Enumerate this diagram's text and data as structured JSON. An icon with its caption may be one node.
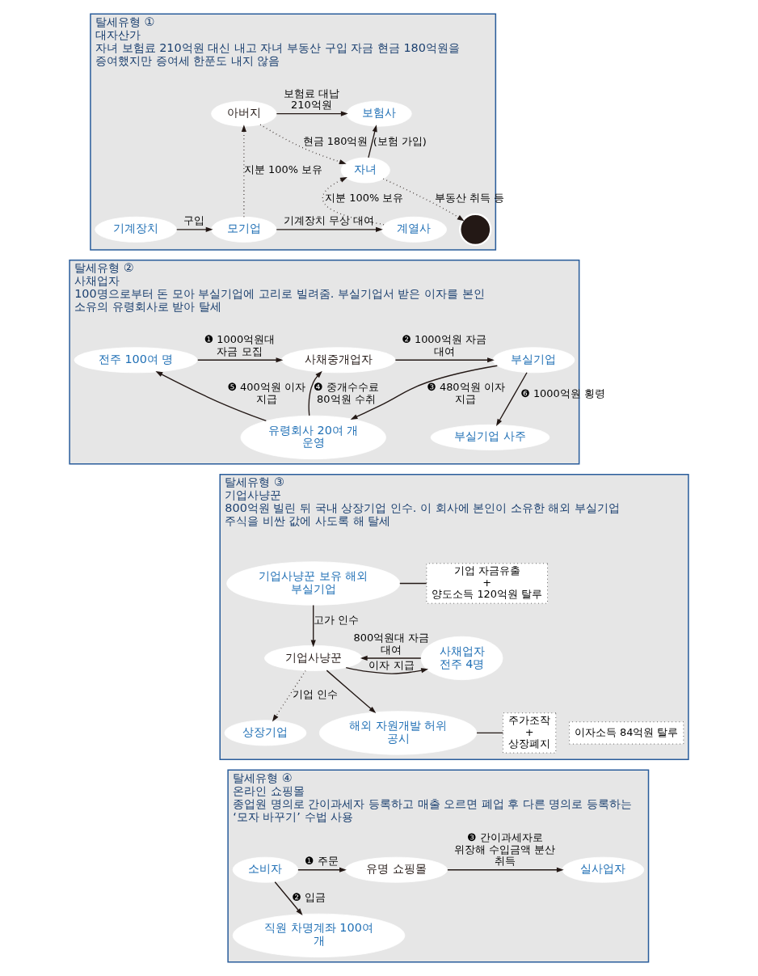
{
  "diagram": {
    "nodes": [
      {
        "text": [
          "탈세유형 ①",
          "대자산가",
          "자녀 보험료 210억원 대신 내고 자녀 부동산 구입 자금 현금 180억원을 증여했지만 증여세 한푼도 내지 않음"
        ]
      },
      {
        "text": [
          "아버지"
        ],
        "in": 0
      },
      {
        "text": [
          "보험사"
        ],
        "in": 0
      },
      {
        "text": [
          "자녀"
        ],
        "in": 0
      },
      {
        "text": [
          "기계장치"
        ],
        "in": 0
      },
      {
        "text": [
          "모기업"
        ],
        "in": 0
      },
      {
        "text": [
          "계열사"
        ],
        "in": 0
      },
      {
        "text": [],
        "shape": "circle",
        "in": 0
      },
      {
        "text": [
          "탈세유형 ②",
          "사채업자",
          "100명으로부터 돈 모아 부실기업에 고리로 빌려줌. 부실기업서 받은 이자를 본인 소유의 유령회사로 받아 탈세"
        ]
      },
      {
        "text": [
          "전주 100여 명"
        ],
        "in": 8
      },
      {
        "text": [
          "사채중개업자"
        ],
        "in": 8
      },
      {
        "text": [
          "부실기업"
        ],
        "in": 8
      },
      {
        "text": [
          "유령회사 20여 개 운영"
        ],
        "in": 8
      },
      {
        "text": [
          "부실기업 사주"
        ],
        "in": 8
      },
      {
        "text": [
          "탈세유형 ③",
          "기업사냥꾼",
          "800억원 빌린 뒤 국내 상장기업 인수. 이 회사에 본인이 소유한 해외 부실기업 주식을 비싼 값에 사도록 해 탈세"
        ]
      },
      {
        "text": [
          "사채업자",
          "전주 4명"
        ],
        "in": 14
      },
      {
        "text": [
          "이자소득 84억원 탈루"
        ],
        "in": 14
      },
      {
        "text": [
          "기업사냥꾼"
        ],
        "in": 14
      },
      {
        "text": [
          "상장기업"
        ],
        "in": 14
      },
      {
        "text": [
          "기업사냥꾼 보유 해외 부실기업"
        ],
        "in": 14
      },
      {
        "text": [
          "기업 자금유출",
          "+",
          "양도소득 120억원 탈루"
        ],
        "in": 14
      },
      {
        "text": [
          "해외 자원개발 허위 공시"
        ],
        "in": 14
      },
      {
        "text": [
          "주가조작",
          "+",
          "상장폐지"
        ],
        "in": 14
      },
      {
        "text": [
          "탈세유형 ④",
          "온라인 쇼핑몰",
          "종업원 명의로 간이과세자 등록하고 매출 오르면 폐업 후 다른 명의로 등록하는 ‘모자 바꾸기’ 수법 사용"
        ]
      },
      {
        "text": [
          "소비자"
        ],
        "in": 23
      },
      {
        "text": [
          "유명 쇼핑몰"
        ],
        "in": 23
      },
      {
        "text": [
          "실사업자"
        ],
        "in": 23
      },
      {
        "text": [
          "직원 차명계좌 100여 개"
        ],
        "in": 23
      }
    ],
    "edges": [
      {
        "from": 1,
        "to": 2,
        "arrow": "to",
        "label": "보험료 대납 210억원"
      },
      {
        "from": 1,
        "to": 3,
        "arrow": "to",
        "label": "현금 180억원",
        "style": "dashed"
      },
      {
        "from": 3,
        "to": 2,
        "arrow": "to",
        "label": "(보험 가입)"
      },
      {
        "from": 3,
        "to": 7,
        "arrow": "to",
        "label": "부동산 취득 등",
        "style": "dashed"
      },
      {
        "from": 5,
        "to": 1,
        "arrow": "to",
        "label": "지분 100% 보유",
        "style": "dashed"
      },
      {
        "from": 4,
        "to": 5,
        "arrow": "to",
        "label": "구입"
      },
      {
        "from": 5,
        "to": 6,
        "arrow": "to",
        "label": "기계장치 무상 대여"
      },
      {
        "from": 6,
        "to": 3,
        "arrow": "to",
        "label": "지분 100% 보유",
        "style": "dashed"
      },
      {
        "from": 9,
        "to": 10,
        "arrow": "to",
        "label": "❶ 1000억원대 자금 모집"
      },
      {
        "from": 10,
        "to": 11,
        "arrow": "to",
        "label": "❷ 1000억원 자금 대여"
      },
      {
        "from": 11,
        "to": 12,
        "arrow": "to",
        "label": "❸ 480억원 이자 지급"
      },
      {
        "from": 12,
        "to": 10,
        "arrow": "to",
        "label": "❹ 중개수수료 80억원 수취"
      },
      {
        "from": 12,
        "to": 9,
        "arrow": "to",
        "label": "❺ 400억원 이자 지급"
      },
      {
        "from": 11,
        "to": 13,
        "arrow": "to",
        "label": "❻ 1000억원 횡령"
      },
      {
        "from": 15,
        "to": 17,
        "arrow": "to",
        "label": "800억원대 자금 대여"
      },
      {
        "from": 17,
        "to": 15,
        "arrow": "to",
        "label": "이자 지급"
      },
      {
        "from": 17,
        "to": 18,
        "arrow": "to",
        "label": "기업 인수",
        "style": "dashed"
      },
      {
        "from": 19,
        "to": 17,
        "arrow": "to",
        "label": "고가 인수"
      },
      {
        "from": 17,
        "to": 21,
        "arrow": "to"
      },
      {
        "from": 19,
        "to": 20,
        "arrow": "none"
      },
      {
        "from": 21,
        "to": 22,
        "arrow": "none"
      },
      {
        "from": 24,
        "to": 25,
        "arrow": "to",
        "label": "❶ 주문"
      },
      {
        "from": 24,
        "to": 27,
        "arrow": "to",
        "label": "❷ 입금"
      },
      {
        "from": 25,
        "to": 26,
        "arrow": "to",
        "label": "❸ 간이과세자로 위장해 수입금액 분산 취득"
      }
    ]
  }
}
